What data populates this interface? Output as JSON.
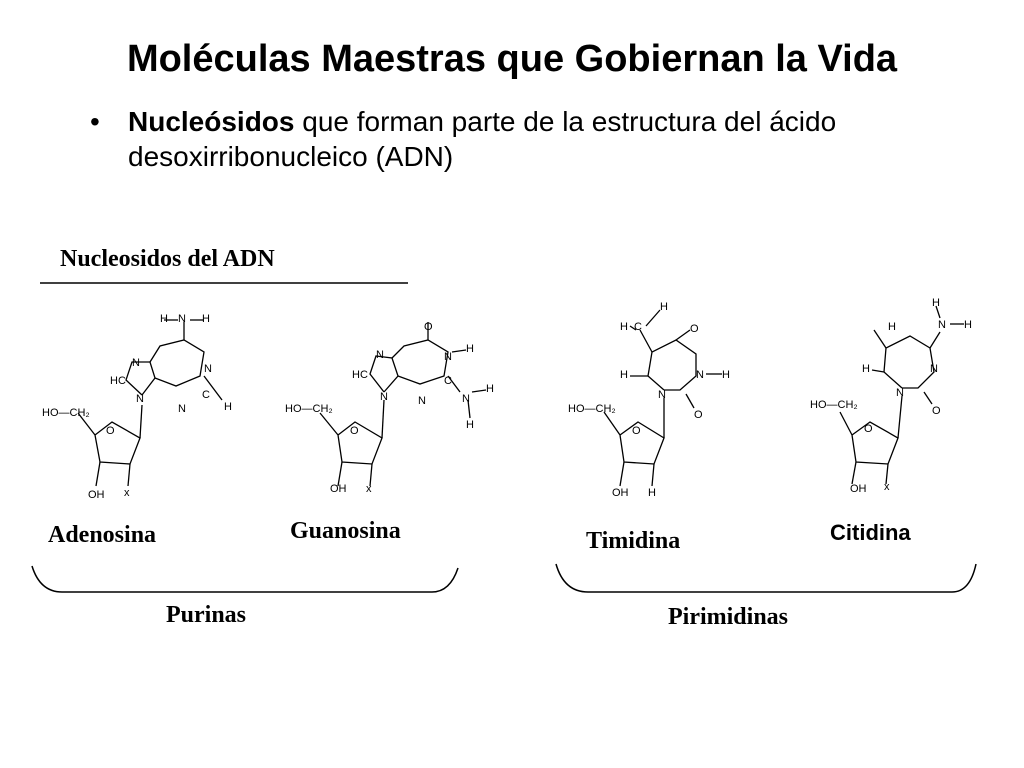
{
  "slide": {
    "title": "Moléculas Maestras que Gobiernan la Vida",
    "bullet": {
      "bold": "Nucleósidos",
      "rest": " que forman parte de la estructura del ácido desoxirribonucleico (ADN)"
    }
  },
  "figure": {
    "heading": "Nucleosidos del ADN",
    "nucleosides": [
      {
        "name": "Adenosina"
      },
      {
        "name": "Guanosina"
      },
      {
        "name": "Timidina"
      },
      {
        "name": "Citidina"
      }
    ],
    "groups": [
      {
        "name": "Purinas"
      },
      {
        "name": "Pirimidinas"
      }
    ],
    "atoms": {
      "H": "H",
      "N": "N",
      "O": "O",
      "HC": "HC",
      "C": "C",
      "HO_CH2": "HO—CH₂",
      "OH": "OH",
      "x": "x"
    }
  }
}
